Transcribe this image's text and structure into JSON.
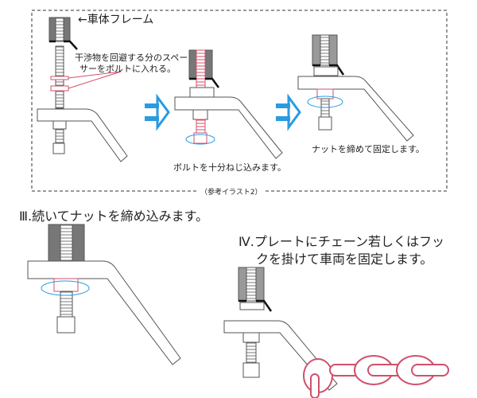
{
  "top_panel": {
    "frame_label": "←車体フレーム",
    "spacer_note_line1": "干渉物を回避する分のスペー",
    "spacer_note_line2": "サーをボルトに入れる。",
    "step_bolt": "ボルトを十分ねじ込みます。",
    "step_nut": "ナットを締めて固定します。",
    "caption": "（参考イラスト2）"
  },
  "step3": {
    "title": "Ⅲ.続いてナットを締め込みます。"
  },
  "step4": {
    "title_line1": "Ⅳ.プレートにチェーン若しくはフッ",
    "title_line2": "クを掛けて車両を固定します。"
  },
  "colors": {
    "highlight": "#d0506a",
    "arrow": "#2a9be0",
    "frame": "#7a7a7a",
    "outline": "#555555"
  }
}
